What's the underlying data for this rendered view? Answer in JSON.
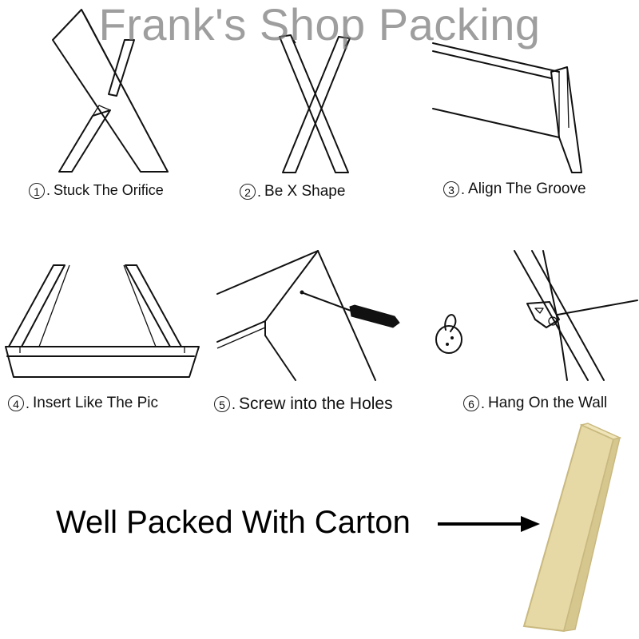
{
  "watermark": "Frank's Shop Packing",
  "steps": [
    {
      "num": "1",
      "sep": ".",
      "label": "Stuck The Orifice"
    },
    {
      "num": "2",
      "sep": ".",
      "label": "Be X Shape"
    },
    {
      "num": "3",
      "sep": ".",
      "label": "Align The Groove"
    },
    {
      "num": "4",
      "sep": ".",
      "label": "Insert Like The Pic"
    },
    {
      "num": "5",
      "sep": ".",
      "label": "Screw into the Holes"
    },
    {
      "num": "6",
      "sep": ".",
      "label": "Hang On the Wall"
    }
  ],
  "packing": {
    "label": "Well Packed With Carton"
  },
  "colors": {
    "carton": "#e6d9a6",
    "carton_edge": "#c9b97f",
    "line": "#111111",
    "watermark": "#787878"
  }
}
